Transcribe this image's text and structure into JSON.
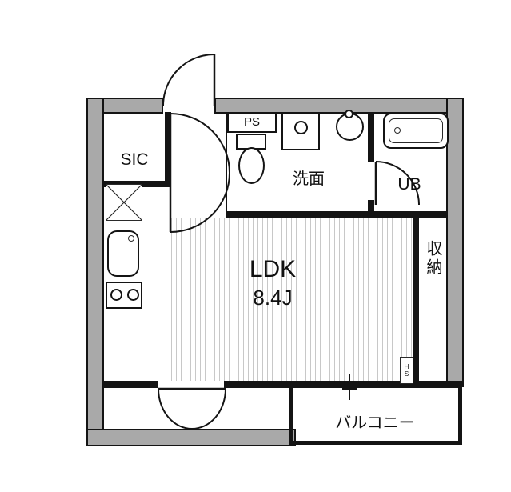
{
  "plan": {
    "type": "apartment-floor-plan",
    "labels": {
      "sic": "SIC",
      "ps": "PS",
      "washroom": "洗面",
      "unit_bath": "UB",
      "ldk": "LDK",
      "ldk_size": "8.4J",
      "storage": "収納",
      "balcony": "バルコニー",
      "water_heater": "HS"
    },
    "colors": {
      "wall": "#141414",
      "concrete_fill": "#a9a9a9",
      "floor_stripe": "#c8c8c8",
      "background": "#ffffff"
    }
  }
}
